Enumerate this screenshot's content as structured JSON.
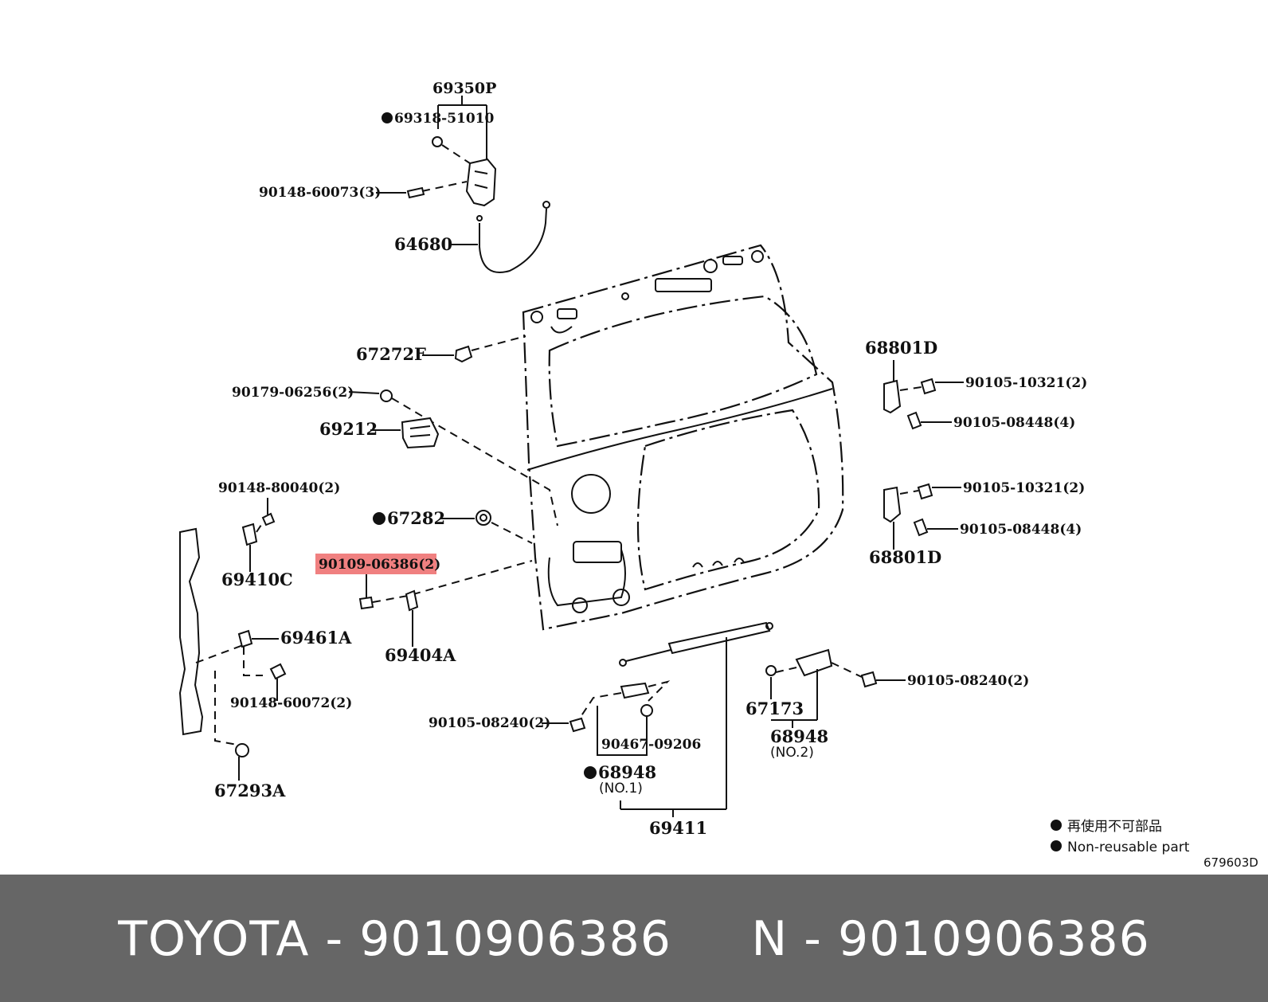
{
  "labels": {
    "p69350P": "69350P",
    "p69318": "69318-51010",
    "p90148_60073": "90148-60073(3)",
    "p64680": "64680",
    "p67272F": "67272F",
    "p90179": "90179-06256(2)",
    "p69212": "69212",
    "p90148_80040": "90148-80040(2)",
    "p67282": "67282",
    "p90109": "90109-06386(2)",
    "p69410C": "69410C",
    "p69404A": "69404A",
    "p69461A": "69461A",
    "p90148_60072": "90148-60072(2)",
    "p67293A": "67293A",
    "p90105_08240_left": "90105-08240(2)",
    "p90467": "90467-09206",
    "p68948_no1": "68948",
    "no1": "(NO.1)",
    "p69411": "69411",
    "p67173": "67173",
    "p68948_no2": "68948",
    "no2": "(NO.2)",
    "p90105_08240_right": "90105-08240(2)",
    "p68801D_top": "68801D",
    "p90105_10321_top": "90105-10321(2)",
    "p90105_08448_top": "90105-08448(4)",
    "p90105_10321_bottom": "90105-10321(2)",
    "p90105_08448_bottom": "90105-08448(4)",
    "p68801D_bottom": "68801D"
  },
  "legend": {
    "jp": "再使用不可部品",
    "en": "Non-reusable part"
  },
  "figure_id": "679603D",
  "highlight_color": "#f08080",
  "footer": {
    "text": "TOYOTA - 9010906386     N - 9010906386",
    "background": "#666666"
  }
}
